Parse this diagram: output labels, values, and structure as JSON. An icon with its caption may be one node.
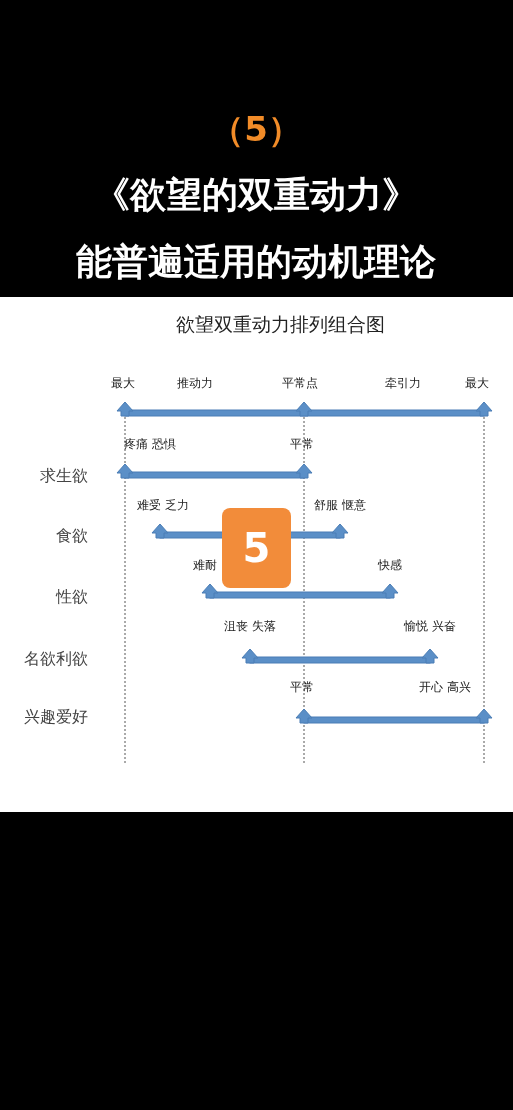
{
  "diagram": {
    "labels": [
      "（5）",
      "《欲望的双重动力》",
      "能普遍适用的动机理论",
      "欲望双重动力排列组合图",
      "最大",
      "推动力",
      "平常点",
      "牵引力",
      "最大",
      "疼痛 恐惧",
      "平常",
      "求生欲",
      "难受 乏力",
      "舒服 惬意",
      "食欲",
      "5",
      "难耐",
      "快感",
      "性欲",
      "沮丧 失落",
      "愉悦 兴奋",
      "名欲利欲",
      "平常",
      "开心 高兴",
      "兴趣爱好"
    ]
  }
}
